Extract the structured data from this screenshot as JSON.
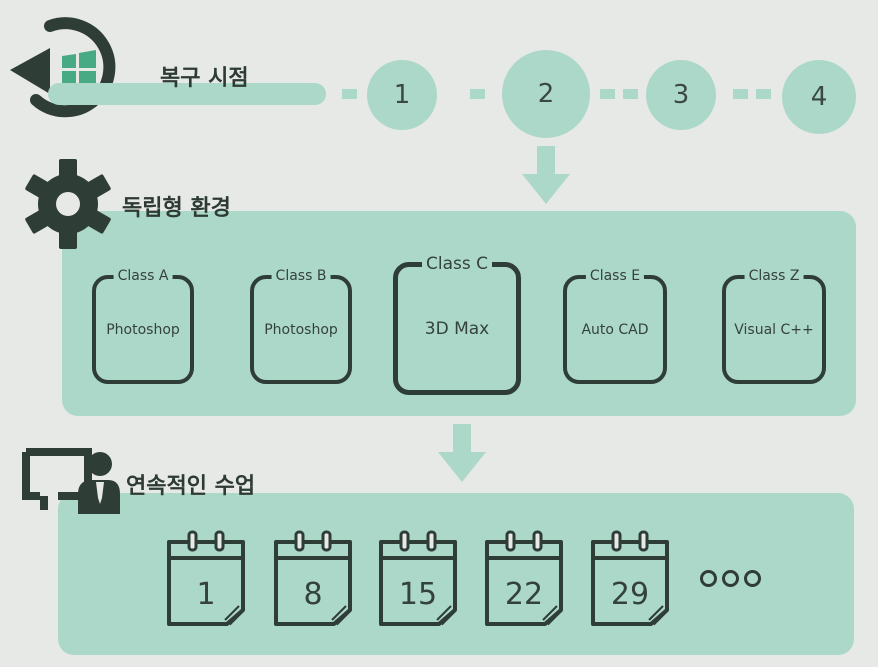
{
  "restore": {
    "title": "복구  시점",
    "steps": [
      "1",
      "2",
      "3",
      "4"
    ]
  },
  "environment": {
    "title": "독립형 환경",
    "classes": [
      {
        "label": "Class A",
        "software": "Photoshop"
      },
      {
        "label": "Class B",
        "software": "Photoshop"
      },
      {
        "label": "Class C",
        "software": "3D Max"
      },
      {
        "label": "Class E",
        "software": "Auto CAD"
      },
      {
        "label": "Class Z",
        "software": "Visual C++"
      }
    ]
  },
  "continuous": {
    "title": "연속적인 수업",
    "days": [
      "1",
      "8",
      "15",
      "22",
      "29"
    ]
  },
  "colors": {
    "accent": "#acd8ca",
    "dark": "#2e3b35",
    "background": "#e6e9e5"
  },
  "icons": [
    "windows-restore-icon",
    "gear-icon",
    "presenter-icon",
    "calendar-icon",
    "arrow-down-icon",
    "more-dots-icon"
  ]
}
